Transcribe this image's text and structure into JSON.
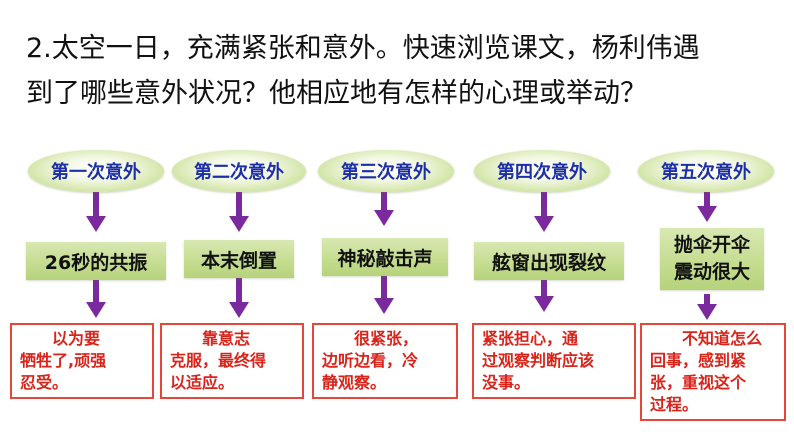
{
  "question": {
    "line1": "2.太空一日，充满紧张和意外。快速浏览课文，杨利伟遇",
    "line2": "到了哪些意外状况？他相应地有怎样的心理或举动？"
  },
  "columns": [
    {
      "label": "第一次意外",
      "event": [
        "26秒的共振"
      ],
      "reaction": [
        "　　以为要",
        "牺牲了,顽强",
        "忍受。"
      ]
    },
    {
      "label": "第二次意外",
      "event": [
        "本末倒置"
      ],
      "reaction": [
        "　　靠意志",
        "克服，最终得",
        "以适应。"
      ]
    },
    {
      "label": "第三次意外",
      "event": [
        "神秘敲击声"
      ],
      "reaction": [
        "　　很紧张，",
        "边听边看，冷",
        "静观察。"
      ]
    },
    {
      "label": "第四次意外",
      "event": [
        "舷窗出现裂纹"
      ],
      "reaction": [
        "紧张担心，通",
        "过观察判断应该",
        "没事。"
      ]
    },
    {
      "label": "第五次意外",
      "event": [
        "抛伞开伞",
        "震动很大"
      ],
      "reaction": [
        "　　不知道怎么",
        "回事，感到紧",
        "张，重视这个",
        "过程。"
      ]
    }
  ],
  "colors": {
    "label_text": "#1d2fa8",
    "arrow": "#7b2a9e",
    "reaction_border": "#e6453a",
    "reaction_text": "#d9241a"
  },
  "icons": [
    "down-arrow-icon"
  ]
}
